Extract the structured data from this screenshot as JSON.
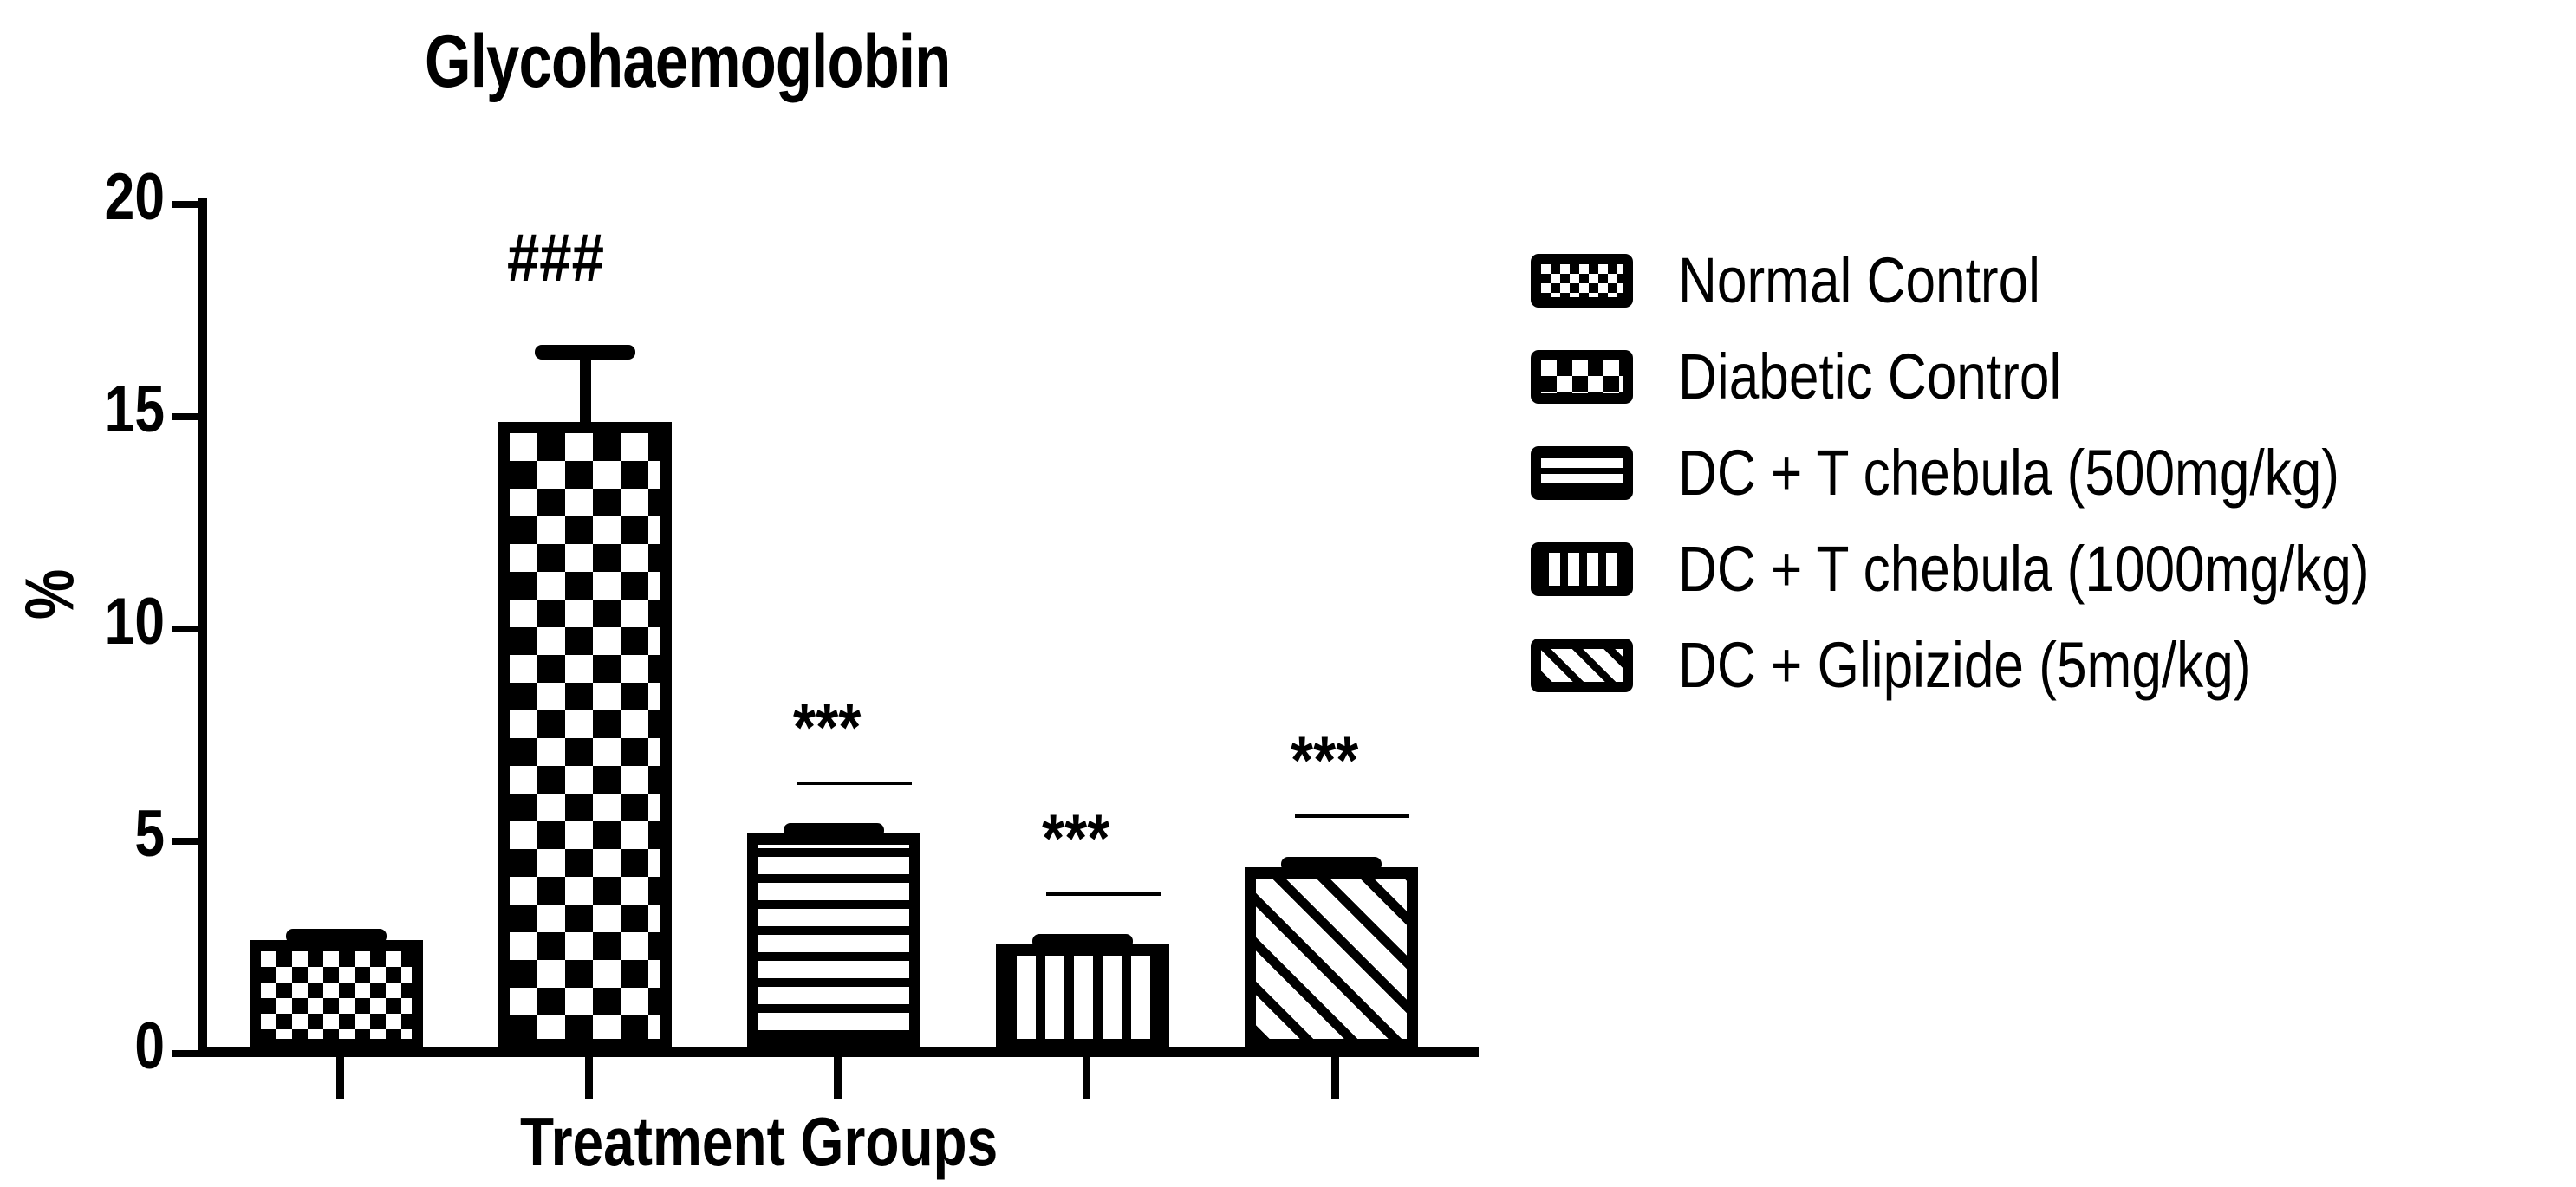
{
  "chart_data": {
    "type": "bar",
    "title": "Glycohaemoglobin",
    "xlabel": "Treatment Groups",
    "ylabel": "%",
    "ylim": [
      0,
      20
    ],
    "yticks": [
      "0",
      "5",
      "10",
      "15",
      "20"
    ],
    "ytick_values": [
      0,
      5,
      10,
      15,
      20
    ],
    "grid": false,
    "legend_position": "right",
    "categories": [
      "Normal Control",
      "Diabetic Control",
      "DC + T chebula (500mg/kg)",
      "DC + T chebula (1000mg/kg)",
      "DC + Glipizide (5mg/kg)"
    ],
    "values": [
      2.6,
      14.8,
      5.1,
      2.5,
      4.3
    ],
    "errors": [
      0.25,
      1.8,
      0.25,
      0.25,
      0.3
    ],
    "error_tops": [
      2.85,
      16.6,
      5.35,
      2.75,
      4.6
    ],
    "annotations": [
      "",
      "###",
      "***",
      "***",
      "***"
    ],
    "patterns": [
      "checkerboard-fine",
      "checkerboard-coarse",
      "horizontal-lines",
      "vertical-lines",
      "diagonal-hatch"
    ],
    "colors": {
      "foreground": "#000000",
      "background": "#ffffff"
    }
  },
  "legend": {
    "items": [
      {
        "label": "Normal Control",
        "pattern": "checkerboard-fine"
      },
      {
        "label": "Diabetic Control",
        "pattern": "checkerboard-coarse"
      },
      {
        "label": "DC + T chebula (500mg/kg)",
        "pattern": "horizontal-lines"
      },
      {
        "label": "DC + T chebula (1000mg/kg)",
        "pattern": "vertical-lines"
      },
      {
        "label": "DC + Glipizide (5mg/kg)",
        "pattern": "diagonal-hatch"
      }
    ]
  },
  "axis": {
    "y_labels": [
      "20",
      "15",
      "10",
      "5",
      "0"
    ],
    "y_title": "%",
    "x_title": "Treatment Groups"
  },
  "significance": {
    "bar2": "###",
    "bar3": "***",
    "bar4": "***",
    "bar5": "***"
  }
}
